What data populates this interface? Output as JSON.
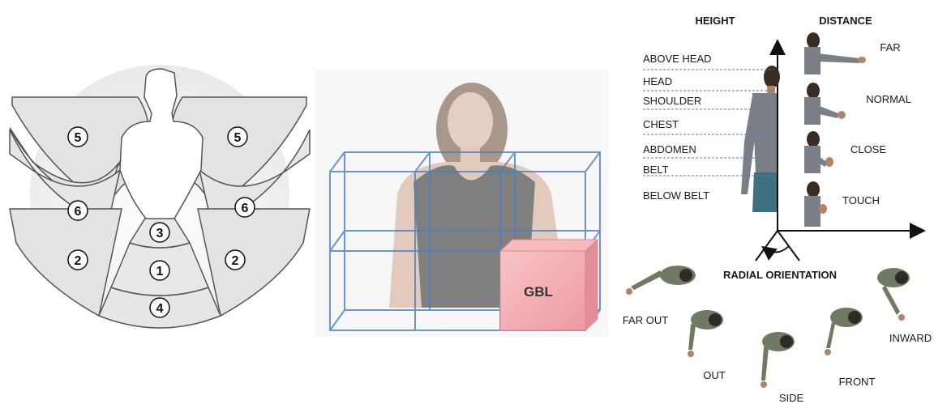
{
  "panel_left": {
    "zones": [
      {
        "id": "5",
        "label": "5"
      },
      {
        "id": "5b",
        "label": "5"
      },
      {
        "id": "6",
        "label": "6"
      },
      {
        "id": "6b",
        "label": "6"
      },
      {
        "id": "2",
        "label": "2"
      },
      {
        "id": "2b",
        "label": "2"
      },
      {
        "id": "3",
        "label": "3"
      },
      {
        "id": "1",
        "label": "1"
      },
      {
        "id": "4",
        "label": "4"
      }
    ]
  },
  "panel_middle": {
    "box_label": "GBL",
    "box_color": "#f2a6ad",
    "grid_color": "#4a7fc1"
  },
  "panel_right": {
    "height_title": "HEIGHT",
    "distance_title": "DISTANCE",
    "height_levels": [
      "ABOVE HEAD",
      "HEAD",
      "SHOULDER",
      "CHEST",
      "ABDOMEN",
      "BELT",
      "BELOW BELT"
    ],
    "distance_levels": [
      "FAR",
      "NORMAL",
      "CLOSE",
      "TOUCH"
    ],
    "radial_title": "RADIAL ORIENTATION",
    "radial_levels": [
      "FAR OUT",
      "OUT",
      "SIDE",
      "FRONT",
      "INWARD"
    ]
  }
}
